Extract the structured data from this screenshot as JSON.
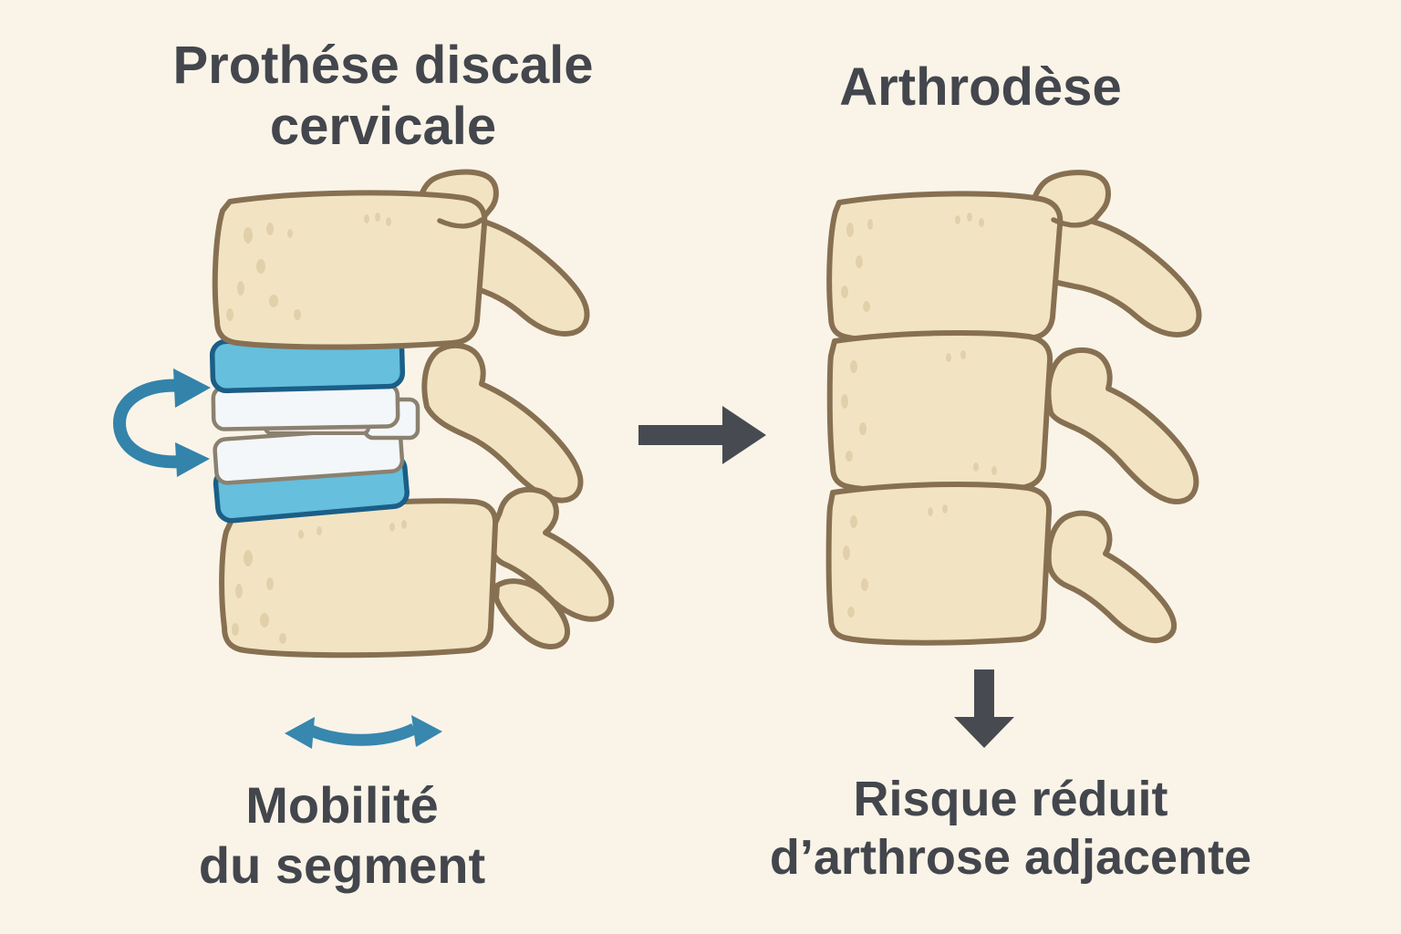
{
  "background_color": "#FAF4E8",
  "text_color": "#43464C",
  "left_panel": {
    "title_lines": [
      "Prothése discale",
      "cervicale"
    ],
    "caption_lines": [
      "Mobilité",
      "du segment"
    ],
    "illustration": "cervical-spine-segment-with-disc-prosthesis"
  },
  "right_panel": {
    "title": "Arthrodèse",
    "caption_lines": [
      "Risque réduit",
      "d’arthrose adjacente"
    ],
    "illustration": "cervical-spine-segment-fused"
  },
  "icons": {
    "rotation_arrow": "curved-rotation-double-arrow",
    "mobility_arrow": "curved-double-headed-arrow",
    "transition_arrow": "right-arrow",
    "consequence_arrow": "down-arrow"
  },
  "colors": {
    "bone_fill": "#F2E4C3",
    "bone_outline": "#877052",
    "bone_speckle": "#D8C39B",
    "disc_blue": "#65BFDD",
    "disc_blue_outline": "#1B5E87",
    "spacer_white": "#F4F7F9",
    "spacer_outline": "#8B8170",
    "core_pink": "#EFE3DF",
    "arrow_teal": "#3383AB",
    "arrow_dark": "#474B51"
  }
}
